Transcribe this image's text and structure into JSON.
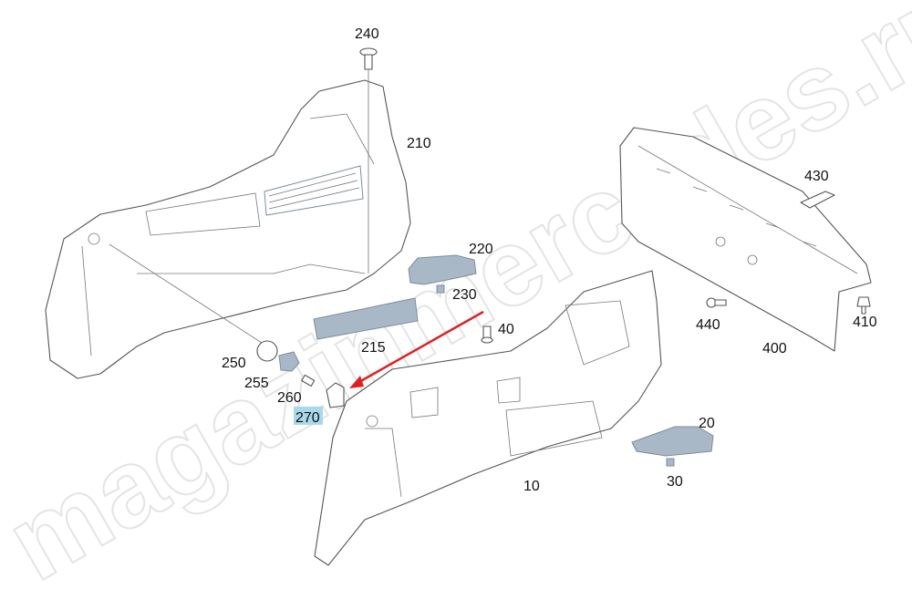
{
  "diagram": {
    "watermark": "magazinmercedes.ru",
    "highlighted_part": "270",
    "colors": {
      "arrow": "#e02020",
      "highlight": "#a8d8ea",
      "gray_part": "#a9b8c6"
    },
    "labels": {
      "p240": "240",
      "p210": "210",
      "p220": "220",
      "p230": "230",
      "p40": "40",
      "p215": "215",
      "p250": "250",
      "p255": "255",
      "p260": "260",
      "p270": "270",
      "p20": "20",
      "p10": "10",
      "p30": "30",
      "p430": "430",
      "p440": "440",
      "p410": "410",
      "p400": "400"
    }
  }
}
